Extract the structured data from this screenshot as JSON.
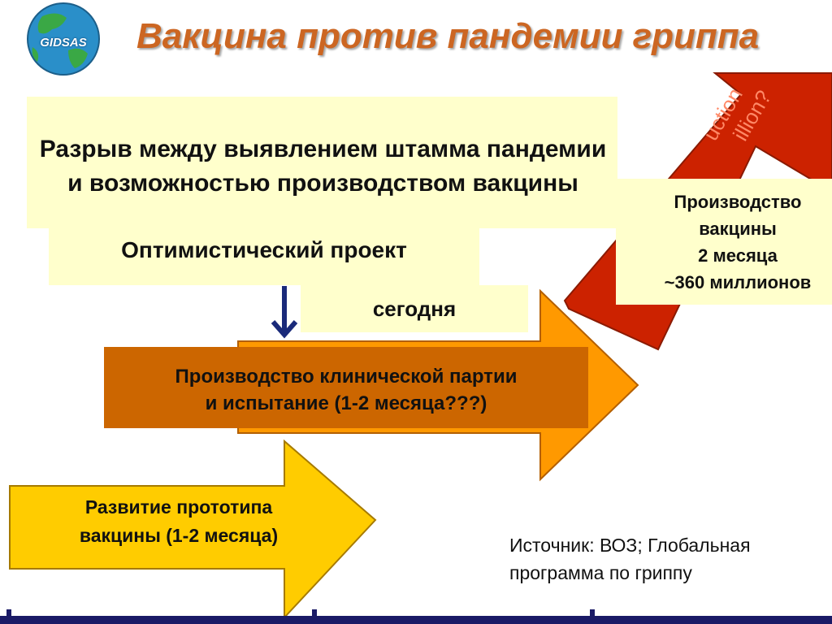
{
  "slide": {
    "logo": {
      "text": "GIDSAS",
      "icon": "globe-icon"
    },
    "title": "Вакцина против пандемии гриппа",
    "gap": {
      "line1": "Разрыв между выявлением штамма пандемии",
      "line2": "и возможностью производством вакцины"
    },
    "optimistic_label": "Оптимистический проект",
    "today_label": "сегодня",
    "today_arrow_icon": "arrow-down-icon",
    "production": {
      "line1": "Производство",
      "line2": "вакцины",
      "line3": "2 месяца",
      "line4": "~360 миллионов"
    },
    "red_arrow_text": {
      "line1": "uction",
      "line2": "illion?"
    },
    "clinical": {
      "line1": "Производство клинической партии",
      "line2": "и испытание (1-2 месяца???)"
    },
    "prototype": {
      "line1": "Развитие прототипа",
      "line2": "вакцины (1-2 месяца)"
    },
    "source": {
      "line1": "Источник: ВОЗ; Глобальная",
      "line2": "программа по гриппу"
    },
    "colors": {
      "title": "#cc6622",
      "panel": "#ffffcc",
      "red_arrow": "#cc2200",
      "orange_arrow": "#ff9900",
      "yellow_arrow": "#ffcc00",
      "clinical_box": "#cc6600",
      "down_arrow": "#1a2a7a",
      "bottom_bar": "#1a1a66"
    }
  }
}
